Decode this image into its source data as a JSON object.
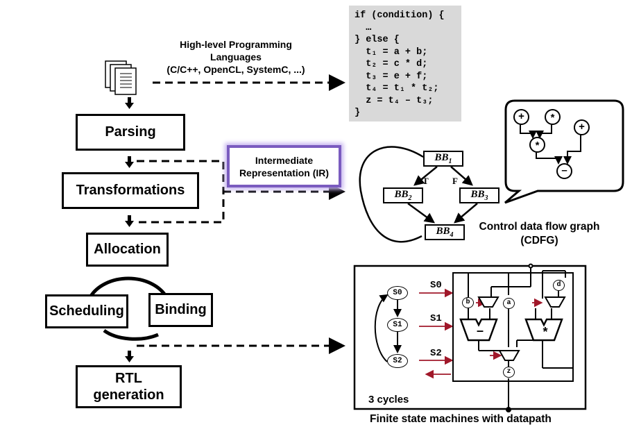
{
  "source": {
    "label_line1": "High-level Programming",
    "label_line2": "Languages",
    "label_line3": "(C/C++, OpenCL, SystemC, ...)"
  },
  "code": [
    "if (condition) {",
    "  …",
    "} else {",
    "  t₁ = a + b;",
    "  t₂ = c * d;",
    "  t₃ = e + f;",
    "  t₄ = t₁ * t₂;",
    "  z = t₄ – t₃;",
    "}"
  ],
  "flow": {
    "parsing": "Parsing",
    "transformations": "Transformations",
    "allocation": "Allocation",
    "scheduling": "Scheduling",
    "binding": "Binding",
    "rtl_line1": "RTL",
    "rtl_line2": "generation"
  },
  "ir": {
    "line1": "Intermediate",
    "line2": "Representation (IR)"
  },
  "cdfg": {
    "bb1": "BB",
    "bb2": "BB",
    "bb3": "BB",
    "bb4": "BB",
    "sub1": "1",
    "sub2": "2",
    "sub3": "3",
    "sub4": "4",
    "true_label": "T",
    "false_label": "F",
    "caption_line1": "Control data flow graph",
    "caption_line2": "(CDFG)",
    "ops": [
      "+",
      "*",
      "+",
      "*",
      "–"
    ]
  },
  "fsmd": {
    "states": [
      "S0",
      "S1",
      "S2"
    ],
    "signals": [
      "S0",
      "S1",
      "S2"
    ],
    "regs": [
      "b",
      "a",
      "d",
      "z"
    ],
    "units": [
      "–",
      "*"
    ],
    "cycles": "3 cycles",
    "caption": "Finite state machines with datapath"
  },
  "colors": {
    "ir_border": "#7a5bbf",
    "code_bg": "#d9d9d9",
    "signal_arrow": "#a0182a"
  }
}
